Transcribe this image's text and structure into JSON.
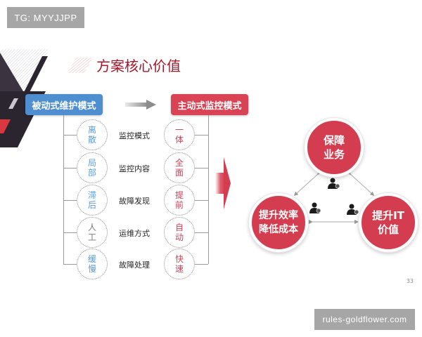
{
  "watermarks": {
    "top_left": "TG: MYYJJPP",
    "bottom_right": "rules-goldflower.com"
  },
  "slide": {
    "title": "方案核心价值",
    "page_number": "33",
    "left_panel": {
      "passive_mode_label": "被动式维护模式",
      "active_mode_label": "主动式监控模式",
      "rows": [
        {
          "passive": [
            "离",
            "散"
          ],
          "aspect": "监控模式",
          "active": [
            "一",
            "体"
          ],
          "passive_color": "blue"
        },
        {
          "passive": [
            "局",
            "部"
          ],
          "aspect": "监控内容",
          "active": [
            "全",
            "面"
          ],
          "passive_color": "blue"
        },
        {
          "passive": [
            "滞",
            "后"
          ],
          "aspect": "故障发现",
          "active": [
            "提",
            "前"
          ],
          "passive_color": "blue"
        },
        {
          "passive": [
            "人",
            "工"
          ],
          "aspect": "运维方式",
          "active": [
            "自",
            "动"
          ],
          "passive_color": "gray"
        },
        {
          "passive": [
            "缓",
            "慢"
          ],
          "aspect": "故障处理",
          "active": [
            "快",
            "速"
          ],
          "passive_color": "blue"
        }
      ]
    },
    "right_panel": {
      "top": [
        "保障",
        "业务"
      ],
      "left": [
        "提升效率",
        "降低成本"
      ],
      "right": [
        "提升IT",
        "价值"
      ],
      "icons": [
        "user-gear-icon",
        "user-gear-icon",
        "user-gear-icon"
      ]
    },
    "colors": {
      "title": "#a3172a",
      "passive": "#4f8fcf",
      "active": "#d94353",
      "circle_fill": "#d33d4f"
    }
  }
}
